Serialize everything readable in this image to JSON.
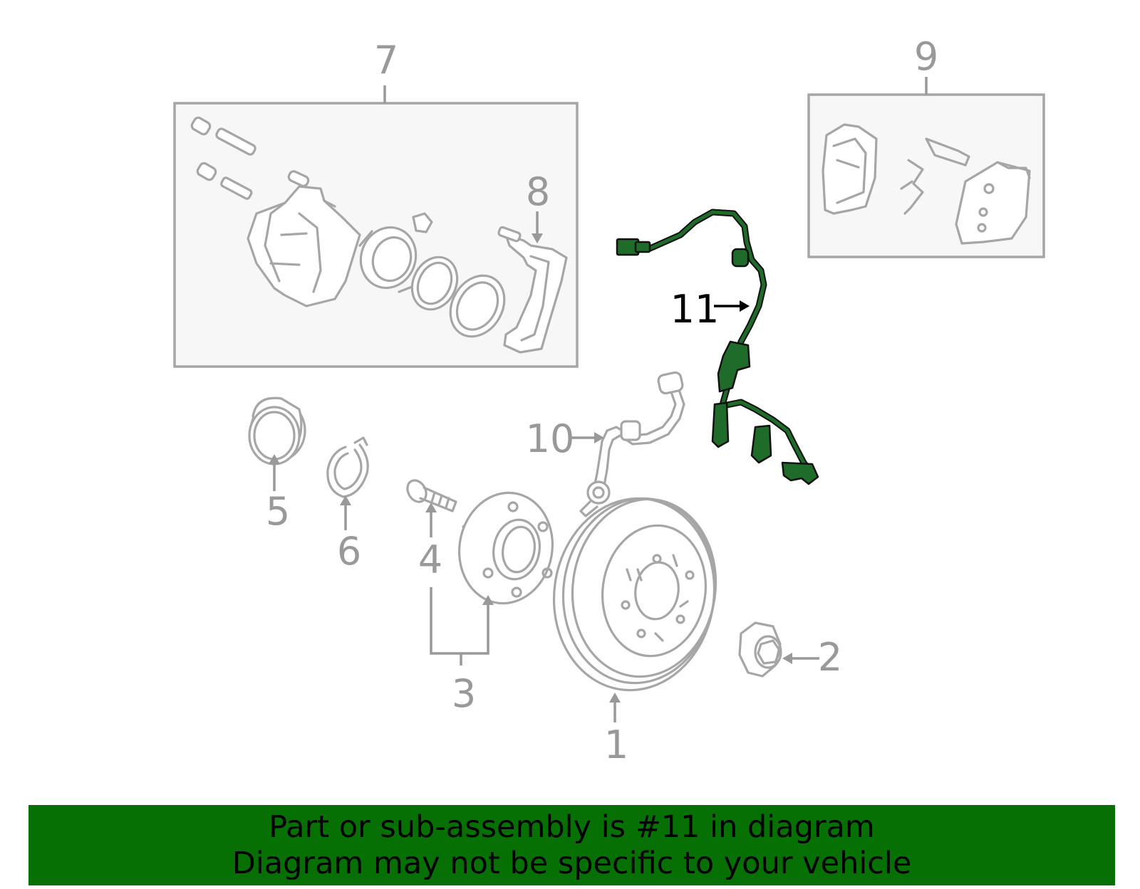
{
  "diagram": {
    "callouts": {
      "c1": "1",
      "c2": "2",
      "c3": "3",
      "c4": "4",
      "c5": "5",
      "c6": "6",
      "c7": "7",
      "c8": "8",
      "c9": "9",
      "c10": "10",
      "c11": "11"
    },
    "highlighted_part": "11",
    "colors": {
      "highlight": "#1f6b2a",
      "parts": "#a6a6a6",
      "banner": "#067005"
    }
  },
  "banner": {
    "line1": "Part or sub-assembly is #11 in diagram",
    "line2": "Diagram may not be specific to your vehicle"
  }
}
